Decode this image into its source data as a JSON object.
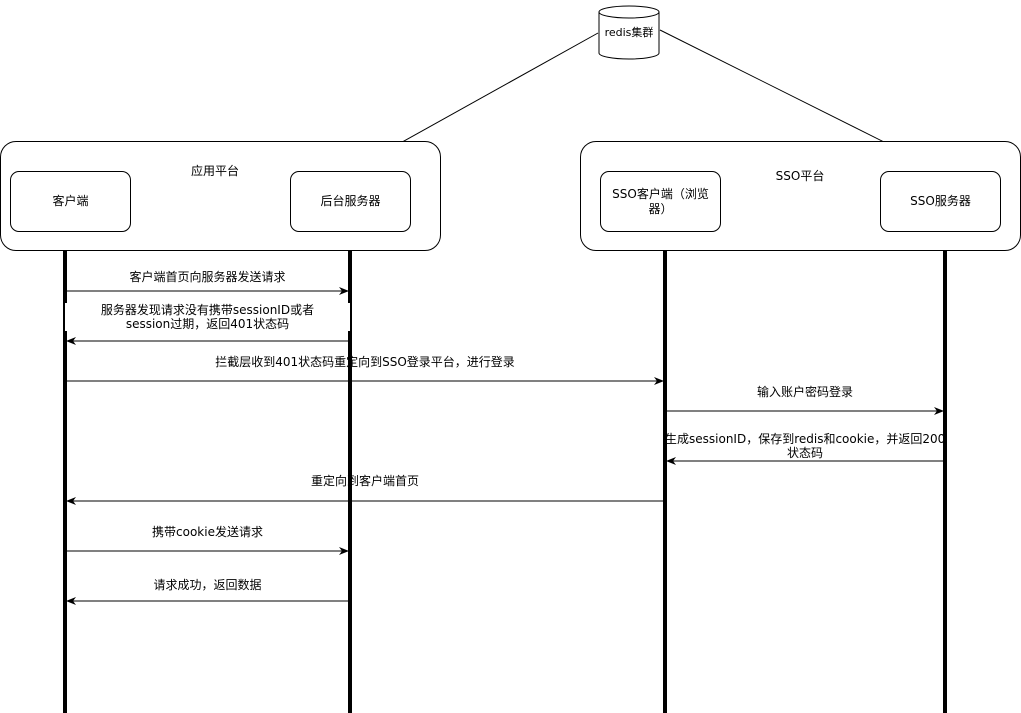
{
  "database": {
    "label": "redis集群"
  },
  "groups": {
    "app": {
      "title": "应用平台"
    },
    "sso": {
      "title": "SSO平台"
    }
  },
  "participants": {
    "client": "客户端",
    "backend": "后台服务器",
    "sso_client": "SSO客户端（浏览器）",
    "sso_server": "SSO服务器"
  },
  "messages": [
    {
      "text": "客户端首页向服务器发送请求"
    },
    {
      "line1": "服务器发现请求没有携带sessionID或者",
      "line2": "session过期，返回401状态码"
    },
    {
      "text": "拦截层收到401状态码重定向到SSO登录平台，进行登录"
    },
    {
      "text": "输入账户密码登录"
    },
    {
      "line1": "生成sessionID，保存到redis和cookie，并返回200",
      "line2": "状态码"
    },
    {
      "text": "重定向到客户端首页"
    },
    {
      "text": "携带cookie发送请求"
    },
    {
      "text": "请求成功，返回数据"
    }
  ]
}
